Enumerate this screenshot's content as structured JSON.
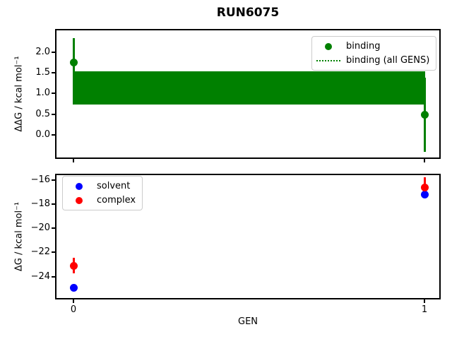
{
  "title": "RUN6075",
  "chart_data": [
    {
      "type": "scatter",
      "title": "RUN6075",
      "xlabel": "",
      "ylabel": "ΔΔG / kcal mol⁻¹",
      "x": [
        0,
        1
      ],
      "xlim": [
        -0.05,
        1.04
      ],
      "ylim": [
        -0.55,
        2.53
      ],
      "yticks": [
        0.0,
        0.5,
        1.0,
        1.5,
        2.0
      ],
      "yticklabels": [
        "0.0",
        "0.5",
        "1.0",
        "1.5",
        "2.0"
      ],
      "xticks": [
        0,
        1
      ],
      "xticklabels": [
        "",
        ""
      ],
      "grid": false,
      "legend_position": "upper right",
      "series": [
        {
          "name": "binding",
          "kind": "scatter",
          "marker": "circle",
          "color": "#008000",
          "values": [
            1.75,
            0.48
          ],
          "yerr": [
            0.6,
            0.9
          ]
        },
        {
          "name": "binding (all GENS)",
          "kind": "band",
          "color": "#008000",
          "band_lo": 0.74,
          "band_hi": 1.54,
          "band_center": 1.14,
          "x_range": [
            0,
            1
          ],
          "legend_marker": "dotted-line"
        }
      ]
    },
    {
      "type": "scatter",
      "title": "",
      "xlabel": "GEN",
      "ylabel": "ΔG / kcal mol⁻¹",
      "x": [
        0,
        1
      ],
      "xlim": [
        -0.05,
        1.04
      ],
      "ylim": [
        -25.77,
        -15.6
      ],
      "yticks": [
        -24,
        -22,
        -20,
        -18,
        -16
      ],
      "yticklabels": [
        "−24",
        "−22",
        "−20",
        "−18",
        "−16"
      ],
      "xticks": [
        0,
        1
      ],
      "xticklabels": [
        "0",
        "1"
      ],
      "grid": false,
      "legend_position": "upper left",
      "series": [
        {
          "name": "solvent",
          "kind": "scatter",
          "marker": "circle",
          "color": "#0000ff",
          "values": [
            -24.95,
            -17.2
          ],
          "yerr": [
            0.1,
            0.25
          ]
        },
        {
          "name": "complex",
          "kind": "scatter",
          "marker": "circle",
          "color": "#ff0000",
          "values": [
            -23.1,
            -16.6
          ],
          "yerr": [
            0.65,
            0.85
          ]
        }
      ]
    }
  ]
}
